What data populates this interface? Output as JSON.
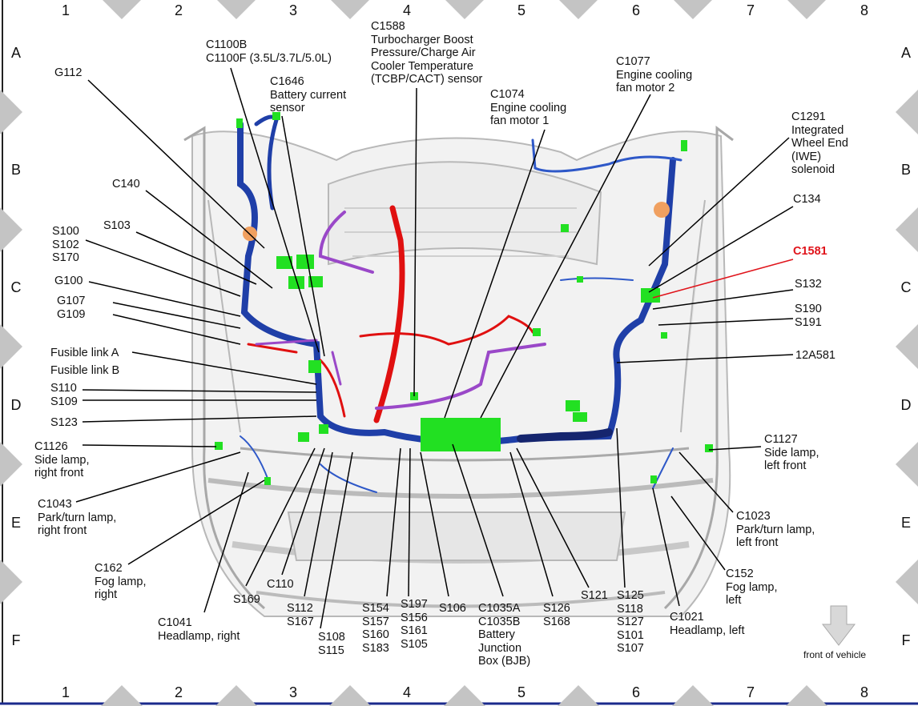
{
  "grid": {
    "columns": [
      "1",
      "2",
      "3",
      "4",
      "5",
      "6",
      "7",
      "8"
    ],
    "rows": [
      "A",
      "B",
      "C",
      "D",
      "E",
      "F"
    ]
  },
  "colors": {
    "wire_blue": "#1f3fa8",
    "connector_green": "#22e022",
    "wire_red": "#e01010",
    "wire_purple": "#9a48c8",
    "highlight_red": "#e0141b",
    "marker_gray": "#c4c4c4"
  },
  "callouts": [
    {
      "id": "G112",
      "text": "G112"
    },
    {
      "id": "C1100B",
      "text": "C1100B\nC1100F (3.5L/3.7L/5.0L)"
    },
    {
      "id": "C1646",
      "text": "C1646\nBattery current\nsensor"
    },
    {
      "id": "C1588",
      "text": "C1588\nTurbocharger Boost\nPressure/Charge Air\nCooler Temperature\n(TCBP/CACT) sensor"
    },
    {
      "id": "C1074",
      "text": "C1074\nEngine cooling\nfan motor 1"
    },
    {
      "id": "C1077",
      "text": "C1077\nEngine cooling\nfan motor 2"
    },
    {
      "id": "C1291",
      "text": "C1291\nIntegrated\nWheel End\n(IWE)\nsolenoid"
    },
    {
      "id": "C134",
      "text": "C134"
    },
    {
      "id": "C1581",
      "text": "C1581",
      "highlight": true
    },
    {
      "id": "S132",
      "text": "S132"
    },
    {
      "id": "S190",
      "text": "S190\nS191"
    },
    {
      "id": "12A581",
      "text": "12A581"
    },
    {
      "id": "C1127",
      "text": "C1127\nSide lamp,\nleft front"
    },
    {
      "id": "C1023",
      "text": "C1023\nPark/turn lamp,\nleft front"
    },
    {
      "id": "C152",
      "text": "C152\nFog lamp,\nleft"
    },
    {
      "id": "C1021",
      "text": "C1021\nHeadlamp, left"
    },
    {
      "id": "S125",
      "text": "S125\nS118\nS127\nS101\nS107"
    },
    {
      "id": "S121",
      "text": "S121"
    },
    {
      "id": "S126",
      "text": "S126\nS168"
    },
    {
      "id": "C1035A",
      "text": "C1035A\nC1035B\nBattery\nJunction\nBox (BJB)"
    },
    {
      "id": "S106",
      "text": "S106"
    },
    {
      "id": "S197",
      "text": "S197\nS156\nS161\nS105"
    },
    {
      "id": "S154",
      "text": "S154\nS157\nS160\nS183"
    },
    {
      "id": "S108",
      "text": "S108\nS115"
    },
    {
      "id": "S112",
      "text": "S112\nS167"
    },
    {
      "id": "C110",
      "text": "C110"
    },
    {
      "id": "S169",
      "text": "S169"
    },
    {
      "id": "C1041",
      "text": "C1041\nHeadlamp, right"
    },
    {
      "id": "C162",
      "text": "C162\nFog lamp,\nright"
    },
    {
      "id": "C1043",
      "text": "C1043\nPark/turn lamp,\nright front"
    },
    {
      "id": "C1126",
      "text": "C1126\nSide lamp,\nright front"
    },
    {
      "id": "S123",
      "text": "S123"
    },
    {
      "id": "S110",
      "text": "S110\nS109"
    },
    {
      "id": "FusibleA",
      "text": "Fusible link A"
    },
    {
      "id": "FusibleB",
      "text": "Fusible link B"
    },
    {
      "id": "G107",
      "text": "G107\nG109"
    },
    {
      "id": "G100",
      "text": "G100"
    },
    {
      "id": "S100",
      "text": "S100\nS102\nS170"
    },
    {
      "id": "S103",
      "text": "S103"
    },
    {
      "id": "C140",
      "text": "C140"
    }
  ],
  "legend": {
    "front_label": "front of vehicle",
    "icon": "down-arrow-icon"
  }
}
